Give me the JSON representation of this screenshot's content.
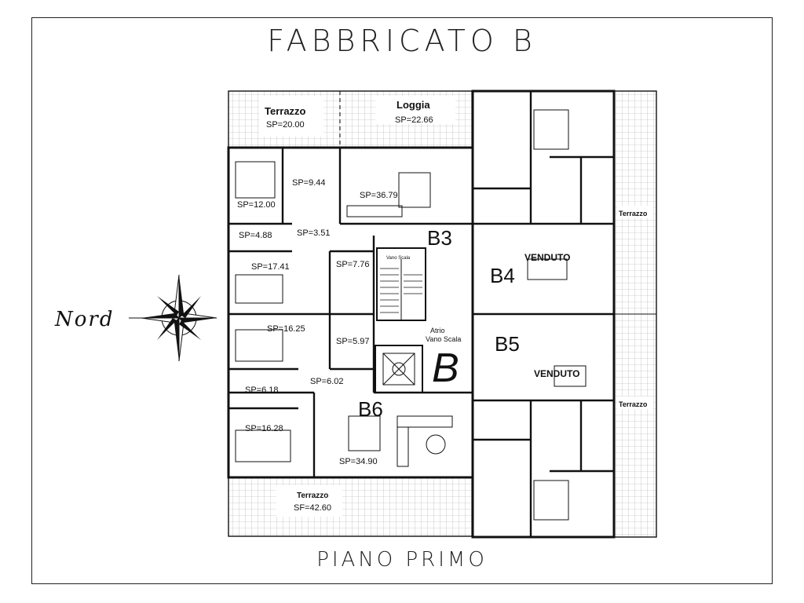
{
  "header": {
    "title": "FABBRICATO B"
  },
  "footer": {
    "subtitle": "PIANO PRIMO"
  },
  "compass": {
    "label": "Nord",
    "icon": "compass-rose-icon"
  },
  "building_letter": "B",
  "apartments": {
    "b3": "B3",
    "b4": "B4",
    "b5": "B5",
    "b6": "B6",
    "sold_b4": "VENDUTO",
    "sold_b5": "VENDUTO"
  },
  "outdoor": {
    "terrazzo_top": "Terrazzo",
    "terrazzo_top_area": "SP=20.00",
    "loggia": "Loggia",
    "loggia_area": "SP=22.66",
    "terrazzo_bottom": "Terrazzo",
    "terrazzo_bottom_area": "SF=42.60",
    "terrazzo_right_1": "Terrazzo",
    "terrazzo_right_2": "Terrazzo"
  },
  "stairs": {
    "vano_scala": "Vano Scala",
    "atrio_1": "Atrio",
    "atrio_2": "Vano Scala"
  },
  "rooms": {
    "r_9_44": "SP=9.44",
    "r_36_79": "SP=36.79",
    "r_12_00": "SP=12.00",
    "r_4_88": "SP=4.88",
    "r_3_51": "SP=3.51",
    "r_17_41": "SP=17.41",
    "r_7_76": "SP=7.76",
    "r_16_25": "SP=16.25",
    "r_5_97": "SP=5.97",
    "r_6_02": "SP=6.02",
    "r_6_18": "SP=6.18",
    "r_16_28": "SP=16.28",
    "r_34_90": "SP=34.90"
  },
  "colors": {
    "line": "#111111",
    "hatch": "#9a9a9a",
    "frame": "#222222"
  }
}
